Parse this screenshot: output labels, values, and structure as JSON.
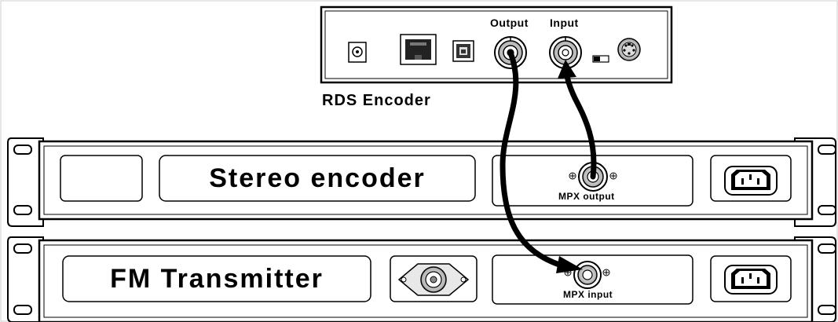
{
  "rds_encoder": {
    "title": "RDS Encoder",
    "output_label": "Output",
    "input_label": "Input"
  },
  "stereo_encoder": {
    "title": "Stereo encoder",
    "port_label": "MPX output"
  },
  "fm_transmitter": {
    "title": "FM Transmitter",
    "port_label": "MPX input"
  },
  "colors": {
    "line": "#000000",
    "background": "#ffffff",
    "cable": "#000000"
  }
}
